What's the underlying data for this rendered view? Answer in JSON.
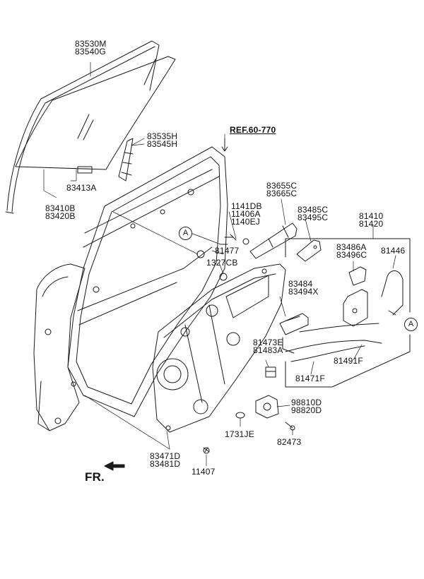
{
  "parts": {
    "glass_run": [
      "83530M",
      "83540G"
    ],
    "channel": [
      "83535H",
      "83545H"
    ],
    "ref": "REF.60-770",
    "glass_clip": "83413A",
    "glass": [
      "83410B",
      "83420B"
    ],
    "bolts_top": [
      "1141DB",
      "11406A",
      "1140EJ"
    ],
    "handle_inner": [
      "83655C",
      "83665C"
    ],
    "handle_bracket": [
      "83485C",
      "83495C"
    ],
    "latch_assy": [
      "81410",
      "81420"
    ],
    "actuator_cover": [
      "83486A",
      "83496C"
    ],
    "rod": "81446",
    "bolt_81477": "81477",
    "bolt_1327CB": "1327CB",
    "handle_base": [
      "83484",
      "83494X"
    ],
    "clip": [
      "81473E",
      "81483A"
    ],
    "cable_91f": "81491F",
    "cable_71f": "81471F",
    "motor": [
      "98810D",
      "98820D"
    ],
    "grommet": "1731JE",
    "screw_82473": "82473",
    "regulator": [
      "83471D",
      "83481D"
    ],
    "bolt_11407": "11407"
  },
  "callout_a": "A",
  "front_label": "FR."
}
